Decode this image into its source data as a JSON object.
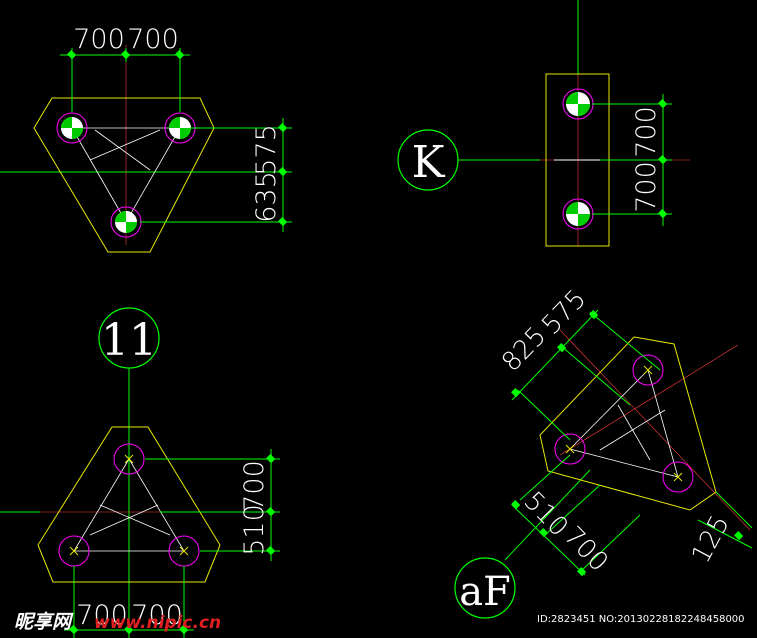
{
  "colors": {
    "background": "#000000",
    "outline": "#e8e800",
    "dimension": "#00ff00",
    "hole": "#ff00ff",
    "centerline": "#ff3030"
  },
  "panel_top_left": {
    "dim_top_a": "700",
    "dim_top_b": "700",
    "dim_right_a": "635",
    "dim_right_b": "575"
  },
  "panel_top_right": {
    "axis_label": "K",
    "dim_a": "700",
    "dim_b": "700"
  },
  "panel_bottom_left": {
    "axis_label": "11",
    "dim_right_a": "510",
    "dim_right_b": "700",
    "dim_bottom_a": "700",
    "dim_bottom_b": "700"
  },
  "panel_bottom_right": {
    "axis_label": "aF",
    "dim_top_a": "825",
    "dim_top_b": "575",
    "dim_bot_a": "510",
    "dim_bot_b": "700",
    "dim_edge": "125"
  },
  "watermark": {
    "brand": "昵享网",
    "site": "www.nipic.cn",
    "id_text": "ID:2823451 NO:20130228182248458000"
  }
}
